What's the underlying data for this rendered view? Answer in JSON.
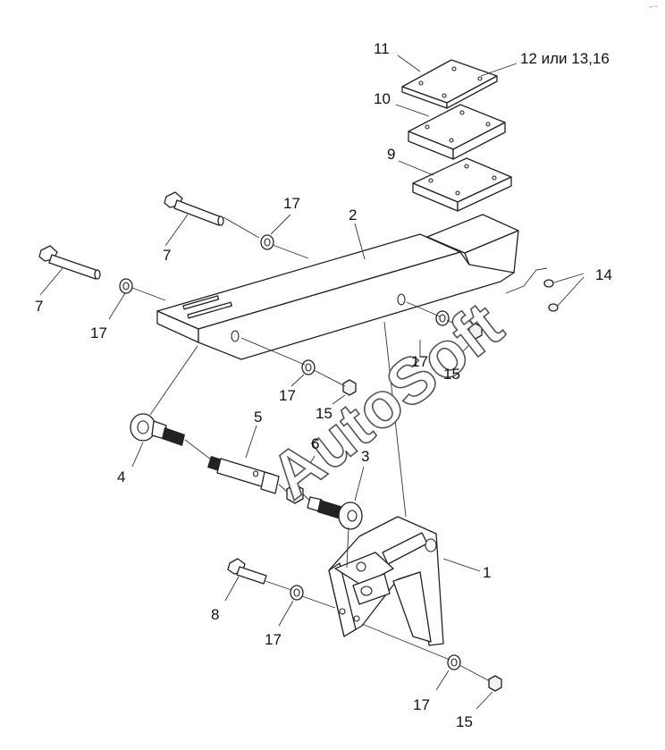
{
  "watermark": "AutoSoft",
  "corner_mark": "⌐~",
  "callouts": {
    "p1": "1",
    "p2": "2",
    "p3": "3",
    "p4": "4",
    "p5": "5",
    "p6": "6",
    "p7a": "7",
    "p7b": "7",
    "p8": "8",
    "p9": "9",
    "p10": "10",
    "p11": "11",
    "p12": "12 или 13,16",
    "p14": "14",
    "p15a": "15",
    "p15b": "15",
    "p15c": "15",
    "p17a": "17",
    "p17b": "17",
    "p17c": "17",
    "p17d": "17",
    "p17e": "17"
  }
}
